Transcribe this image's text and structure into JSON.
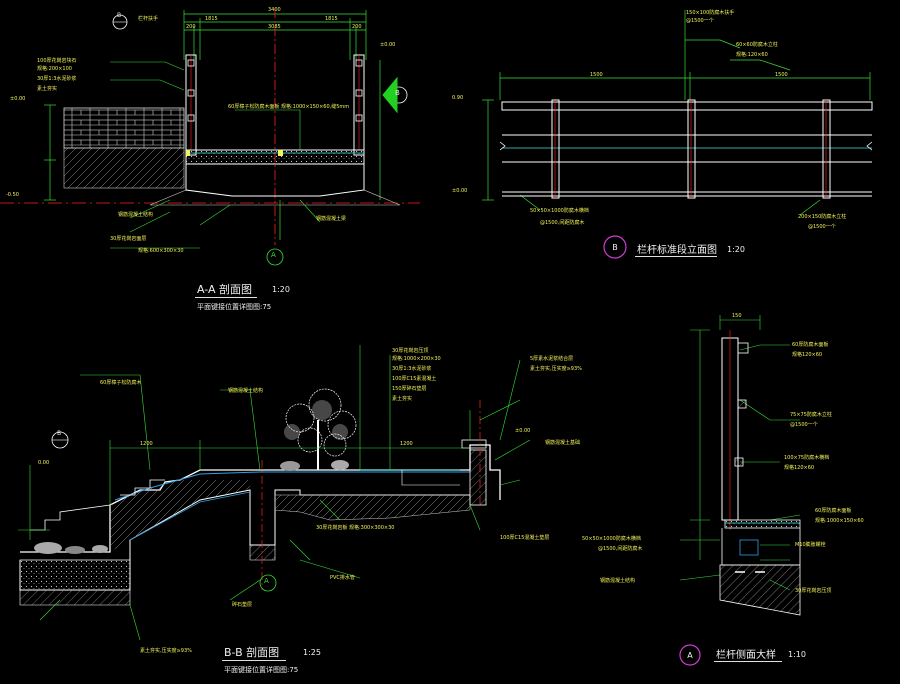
{
  "colors": {
    "background": "#000000",
    "structure": "#ffffff",
    "dimension": "#35e035",
    "text": "#f2f25a",
    "centerline": "#ff2020",
    "blue": "#2fa0e8",
    "bubble": "#d23cd2",
    "cyan": "#40e0e0"
  },
  "views": {
    "aa": {
      "title": "A-A 剖面图",
      "scale": "1:20",
      "subtitle": "平面键接位置详图图:75"
    },
    "bb": {
      "title": "B-B 剖面图",
      "scale": "1:25",
      "subtitle": "平面键接位置详图图:75"
    },
    "b_elev": {
      "bubble": "B",
      "title": "栏杆标准段立面图",
      "scale": "1:20"
    },
    "a_detail": {
      "bubble": "A",
      "title": "栏杆侧面大样",
      "scale": "1:10"
    }
  },
  "markers": {
    "aa_bottom": "A",
    "aa_top": "B",
    "aa_arrow": "B",
    "bb_left": "B",
    "bb_bottom": "A"
  },
  "notes": {
    "aa_top": "栏杆扶手",
    "aa_board": "60厚樟子松防腐木面板 规格:1000×150×60,缝5mm",
    "aa_wall_1": "100厚花岗岩块石",
    "aa_wall_2": "规格:200×100",
    "aa_wall_3": "30厚1:3水泥砂浆",
    "aa_wall_4": "素土夯实",
    "aa_bottom_1": "钢筋混凝土结构",
    "aa_bottom_2": "30厚花岗岩面层",
    "aa_bottom_3": "规格:600×300×30",
    "aa_bottom_4": "钢筋混凝土梁",
    "bel_top_1": "150×100防腐木扶手",
    "bel_top_2": "@1500一个",
    "bel_mid_1": "60×60防腐木立柱",
    "bel_mid_2": "规格:120×60",
    "bel_bot_l1": "50×50×1000防腐木横档",
    "bel_bot_l2": "@1500,间距防腐木",
    "bel_bot_r1": "200×150防腐木立柱",
    "bel_bot_r2": "@1500一个",
    "bb_n1": "30厚花岗岩压顶",
    "bb_n2": "规格:1000×200×30",
    "bb_n3": "30厚1:3水泥砂浆",
    "bb_n4": "100厚C15素混凝土",
    "bb_n5": "150厚碎石垫层",
    "bb_n6": "素土夯实",
    "bb_n7": "60厚樟子松防腐木",
    "bb_n8": "钢筋混凝土结构",
    "bb_n9": "5厚素水泥浆结合层",
    "bb_n10": "素土夯实,压实度≥93%",
    "bb_n11": "30厚花岗岩板 规格:300×300×30",
    "bb_n12": "钢筋混凝土基础",
    "bb_n13": "PVC排水管",
    "bb_n14": "100厚C15混凝土垫层",
    "bb_n15": "碎石垫层",
    "bb_n16": "素土夯实,压实度≥93%",
    "ad_n1": "60厚防腐木面板",
    "ad_n2": "规格120×60",
    "ad_n3": "75×75防腐木立柱",
    "ad_n4": "@1500一个",
    "ad_n5": "100×75防腐木横档",
    "ad_n6": "规格120×60",
    "ad_n7": "60厚防腐木面板",
    "ad_n8": "规格:1000×150×60",
    "ad_n9": "M10膨胀螺栓",
    "ad_n10": "50×50×1000防腐木横档",
    "ad_n11": "@1500,间距防腐木",
    "ad_n12": "钢筋混凝土结构",
    "ad_n13": "30厚花岗岩压顶"
  },
  "dims": {
    "aa_total": "3400",
    "aa_a": "1815",
    "aa_b": "1815",
    "aa_c": "3085",
    "aa_d": "200",
    "aa_e": "200",
    "bel_a": "1500",
    "bel_b": "1500",
    "ad_top": "150",
    "bb_a": "1200",
    "bb_b": "1200"
  },
  "levels": {
    "aa_left": "±0.00",
    "aa_left2": "-0.50",
    "aa_right": "±0.00",
    "bel_top": "0.90",
    "bel_bot": "±0.00",
    "bb_left": "0.00",
    "bb_right": "±0.00"
  }
}
